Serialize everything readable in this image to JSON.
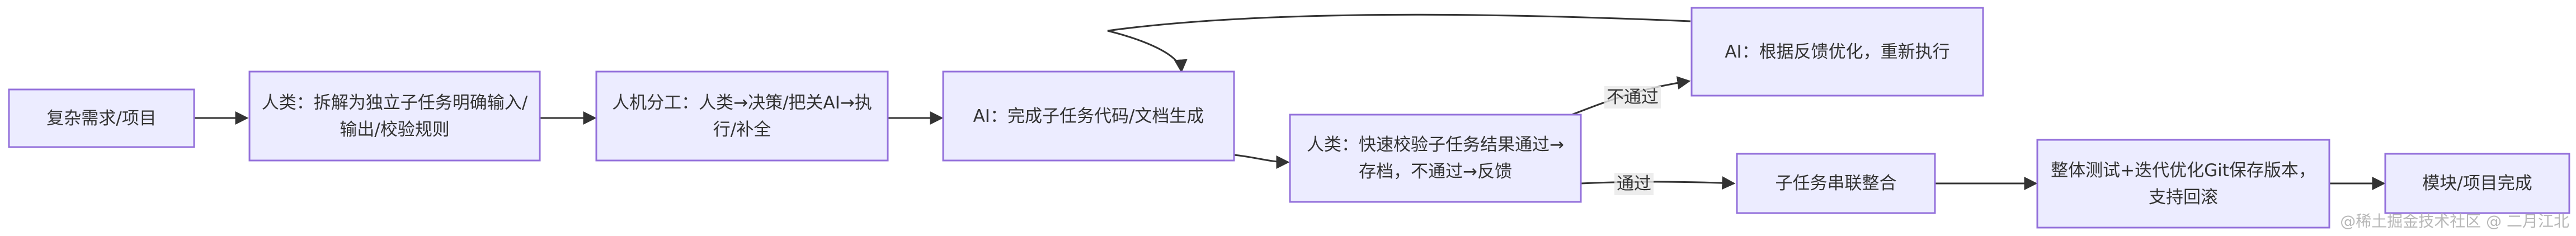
{
  "nodes": {
    "complex_requirement": "复杂需求/项目",
    "human_decompose": "人类：拆解为独立子任务明确输入/输出/校验规则",
    "division_of_labor": "人机分工：人类→决策/把关AI→执行/补全",
    "ai_complete": "AI：完成子任务代码/文档生成",
    "human_verify": "人类：快速校验子任务结果通过→存档，不通过→反馈",
    "ai_reoptimize": "AI：根据反馈优化，重新执行",
    "serial_integration": "子任务串联整合",
    "overall_test": "整体测试+迭代优化Git保存版本，支持回滚",
    "module_complete": "模块/项目完成"
  },
  "edge_labels": {
    "fail": "不通过",
    "pass": "通过"
  },
  "watermark": "@稀土掘金技术社区 @ 二月江北"
}
